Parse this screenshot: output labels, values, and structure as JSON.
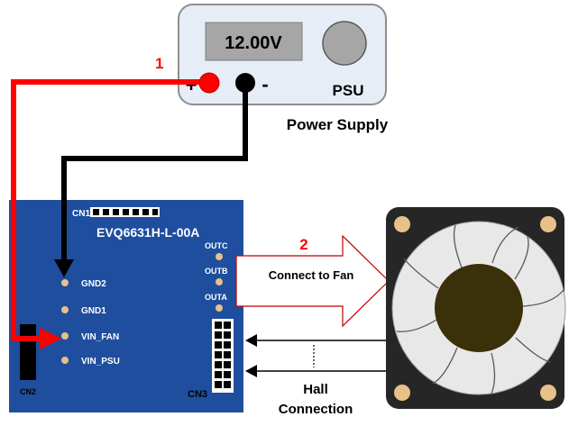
{
  "psu": {
    "display_value": "12.00V",
    "label": "PSU",
    "caption": "Power Supply",
    "plus_symbol": "+",
    "minus_symbol": "-"
  },
  "board": {
    "name": "EVQ6631H-L-00A",
    "connectors": {
      "cn1": "CN1",
      "cn2": "CN2",
      "cn3": "CN3"
    },
    "pins_left": [
      "GND2",
      "GND1",
      "VIN_FAN",
      "VIN_PSU"
    ],
    "pins_right": [
      "OUTC",
      "OUTB",
      "OUTA"
    ]
  },
  "steps": {
    "step1_number": "1",
    "step2_number": "2",
    "step2_text": "Connect to Fan"
  },
  "hall": {
    "line1": "Hall",
    "line2": "Connection"
  },
  "colors": {
    "board_blue": "#1F4E9E",
    "wire_red": "#FF0000",
    "wire_black": "#000000",
    "psu_body": "#E6EDF6",
    "psu_display": "#A6A6A6",
    "fan_body": "#262626",
    "fan_hub": "#3A300A",
    "fan_mount": "#E8C08A",
    "pin_pad": "#E8C08A"
  }
}
